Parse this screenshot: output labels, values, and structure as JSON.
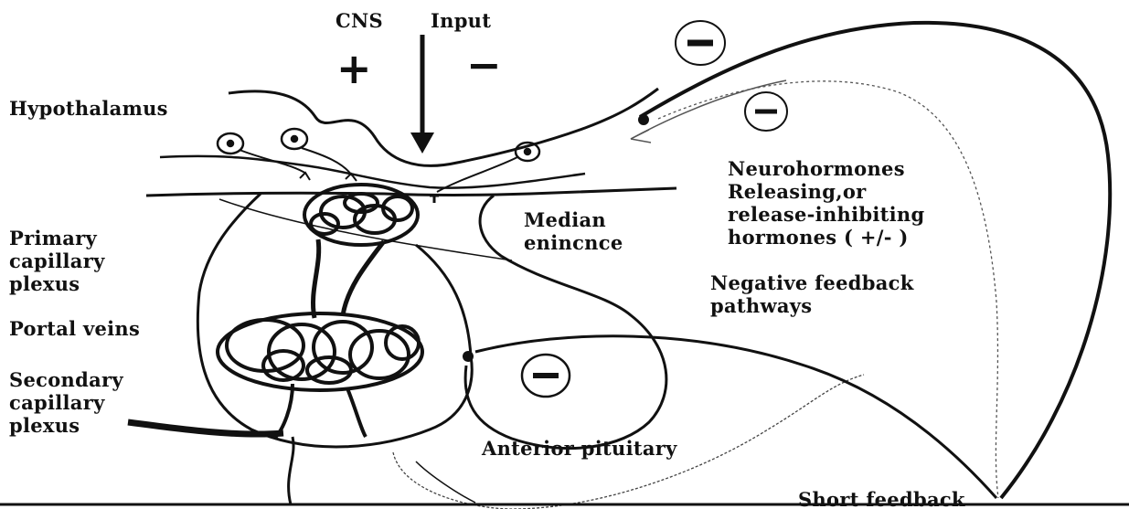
{
  "labels": {
    "cns": "CNS",
    "input": "Input",
    "plus": "+",
    "minus": "−",
    "hypothalamus": "Hypothalamus",
    "primary_capillary_plexus": [
      "Primary",
      "capillary",
      "plexus"
    ],
    "portal_veins": "Portal veins",
    "secondary_capillary_plexus": [
      "Secondary",
      "capillary",
      "plexus"
    ],
    "median_eminence": [
      "Median",
      "enincnce"
    ],
    "neurohormones": [
      "Neurohormones",
      "Releasing,or",
      "release-inhibiting",
      "hormones ( +/- )"
    ],
    "negative_feedback": [
      "Negative feedback",
      "pathways"
    ],
    "anterior_pituitary": "Anterior pituitary",
    "short_feedback": "Short feedback"
  },
  "colors": {
    "ink": "#111111",
    "background": "#ffffff"
  }
}
